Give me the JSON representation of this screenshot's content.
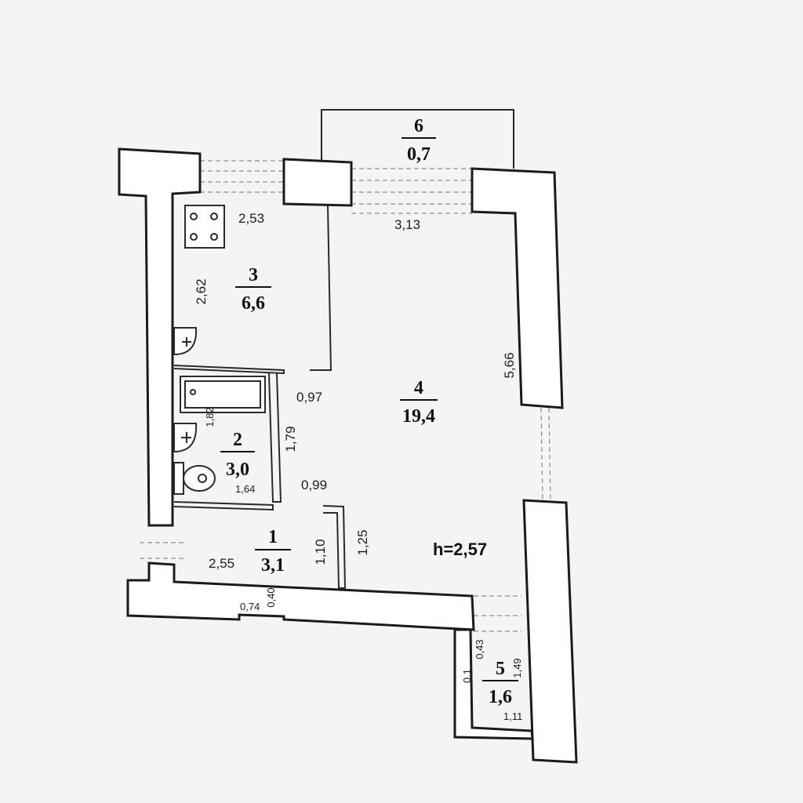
{
  "plan": {
    "rooms": [
      {
        "number": "1",
        "area": "3,1"
      },
      {
        "number": "2",
        "area": "3,0"
      },
      {
        "number": "3",
        "area": "6,6"
      },
      {
        "number": "4",
        "area": "19,4"
      },
      {
        "number": "5",
        "area": "1,6"
      },
      {
        "number": "6",
        "area": "0,7"
      }
    ],
    "ceiling_height": "h=2,57",
    "dimensions": {
      "kitchen_width": "2,53",
      "kitchen_depth": "2,62",
      "room_width": "3,13",
      "room_depth": "5,66",
      "door_kitchen": "0,97",
      "bath_length": "1,82",
      "bath_width": "1,64",
      "bath_depth": "1,79",
      "hall_door": "0,99",
      "hall_width": "2,55",
      "hall_depth": "1,10",
      "hall_niche": "1,25",
      "niche_width": "0,74",
      "niche_depth": "0,40",
      "closet_top": "0,43",
      "closet_side": "1,49",
      "closet_width": "1,11",
      "closet_small": "0,1"
    }
  }
}
